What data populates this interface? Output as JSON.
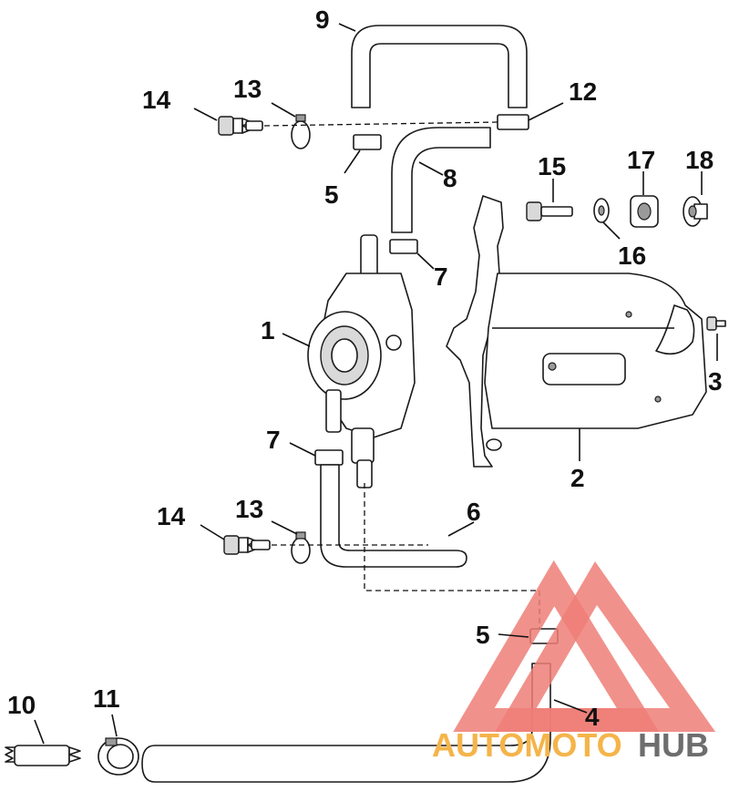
{
  "callouts": {
    "c1": "1",
    "c2": "2",
    "c3": "3",
    "c4": "4",
    "c5a": "5",
    "c5b": "5",
    "c6": "6",
    "c7a": "7",
    "c7b": "7",
    "c8": "8",
    "c9": "9",
    "c10": "10",
    "c11": "11",
    "c12": "12",
    "c13a": "13",
    "c13b": "13",
    "c14a": "14",
    "c14b": "14",
    "c15": "15",
    "c16": "16",
    "c17": "17",
    "c18": "18"
  },
  "watermark": {
    "brand_part1": "AUTOMOTO",
    "brand_part2": "HUB",
    "colors": {
      "triangle": "#ef7e77",
      "text_accent": "#f5b44a",
      "text_dark": "#6d6d6d"
    }
  }
}
